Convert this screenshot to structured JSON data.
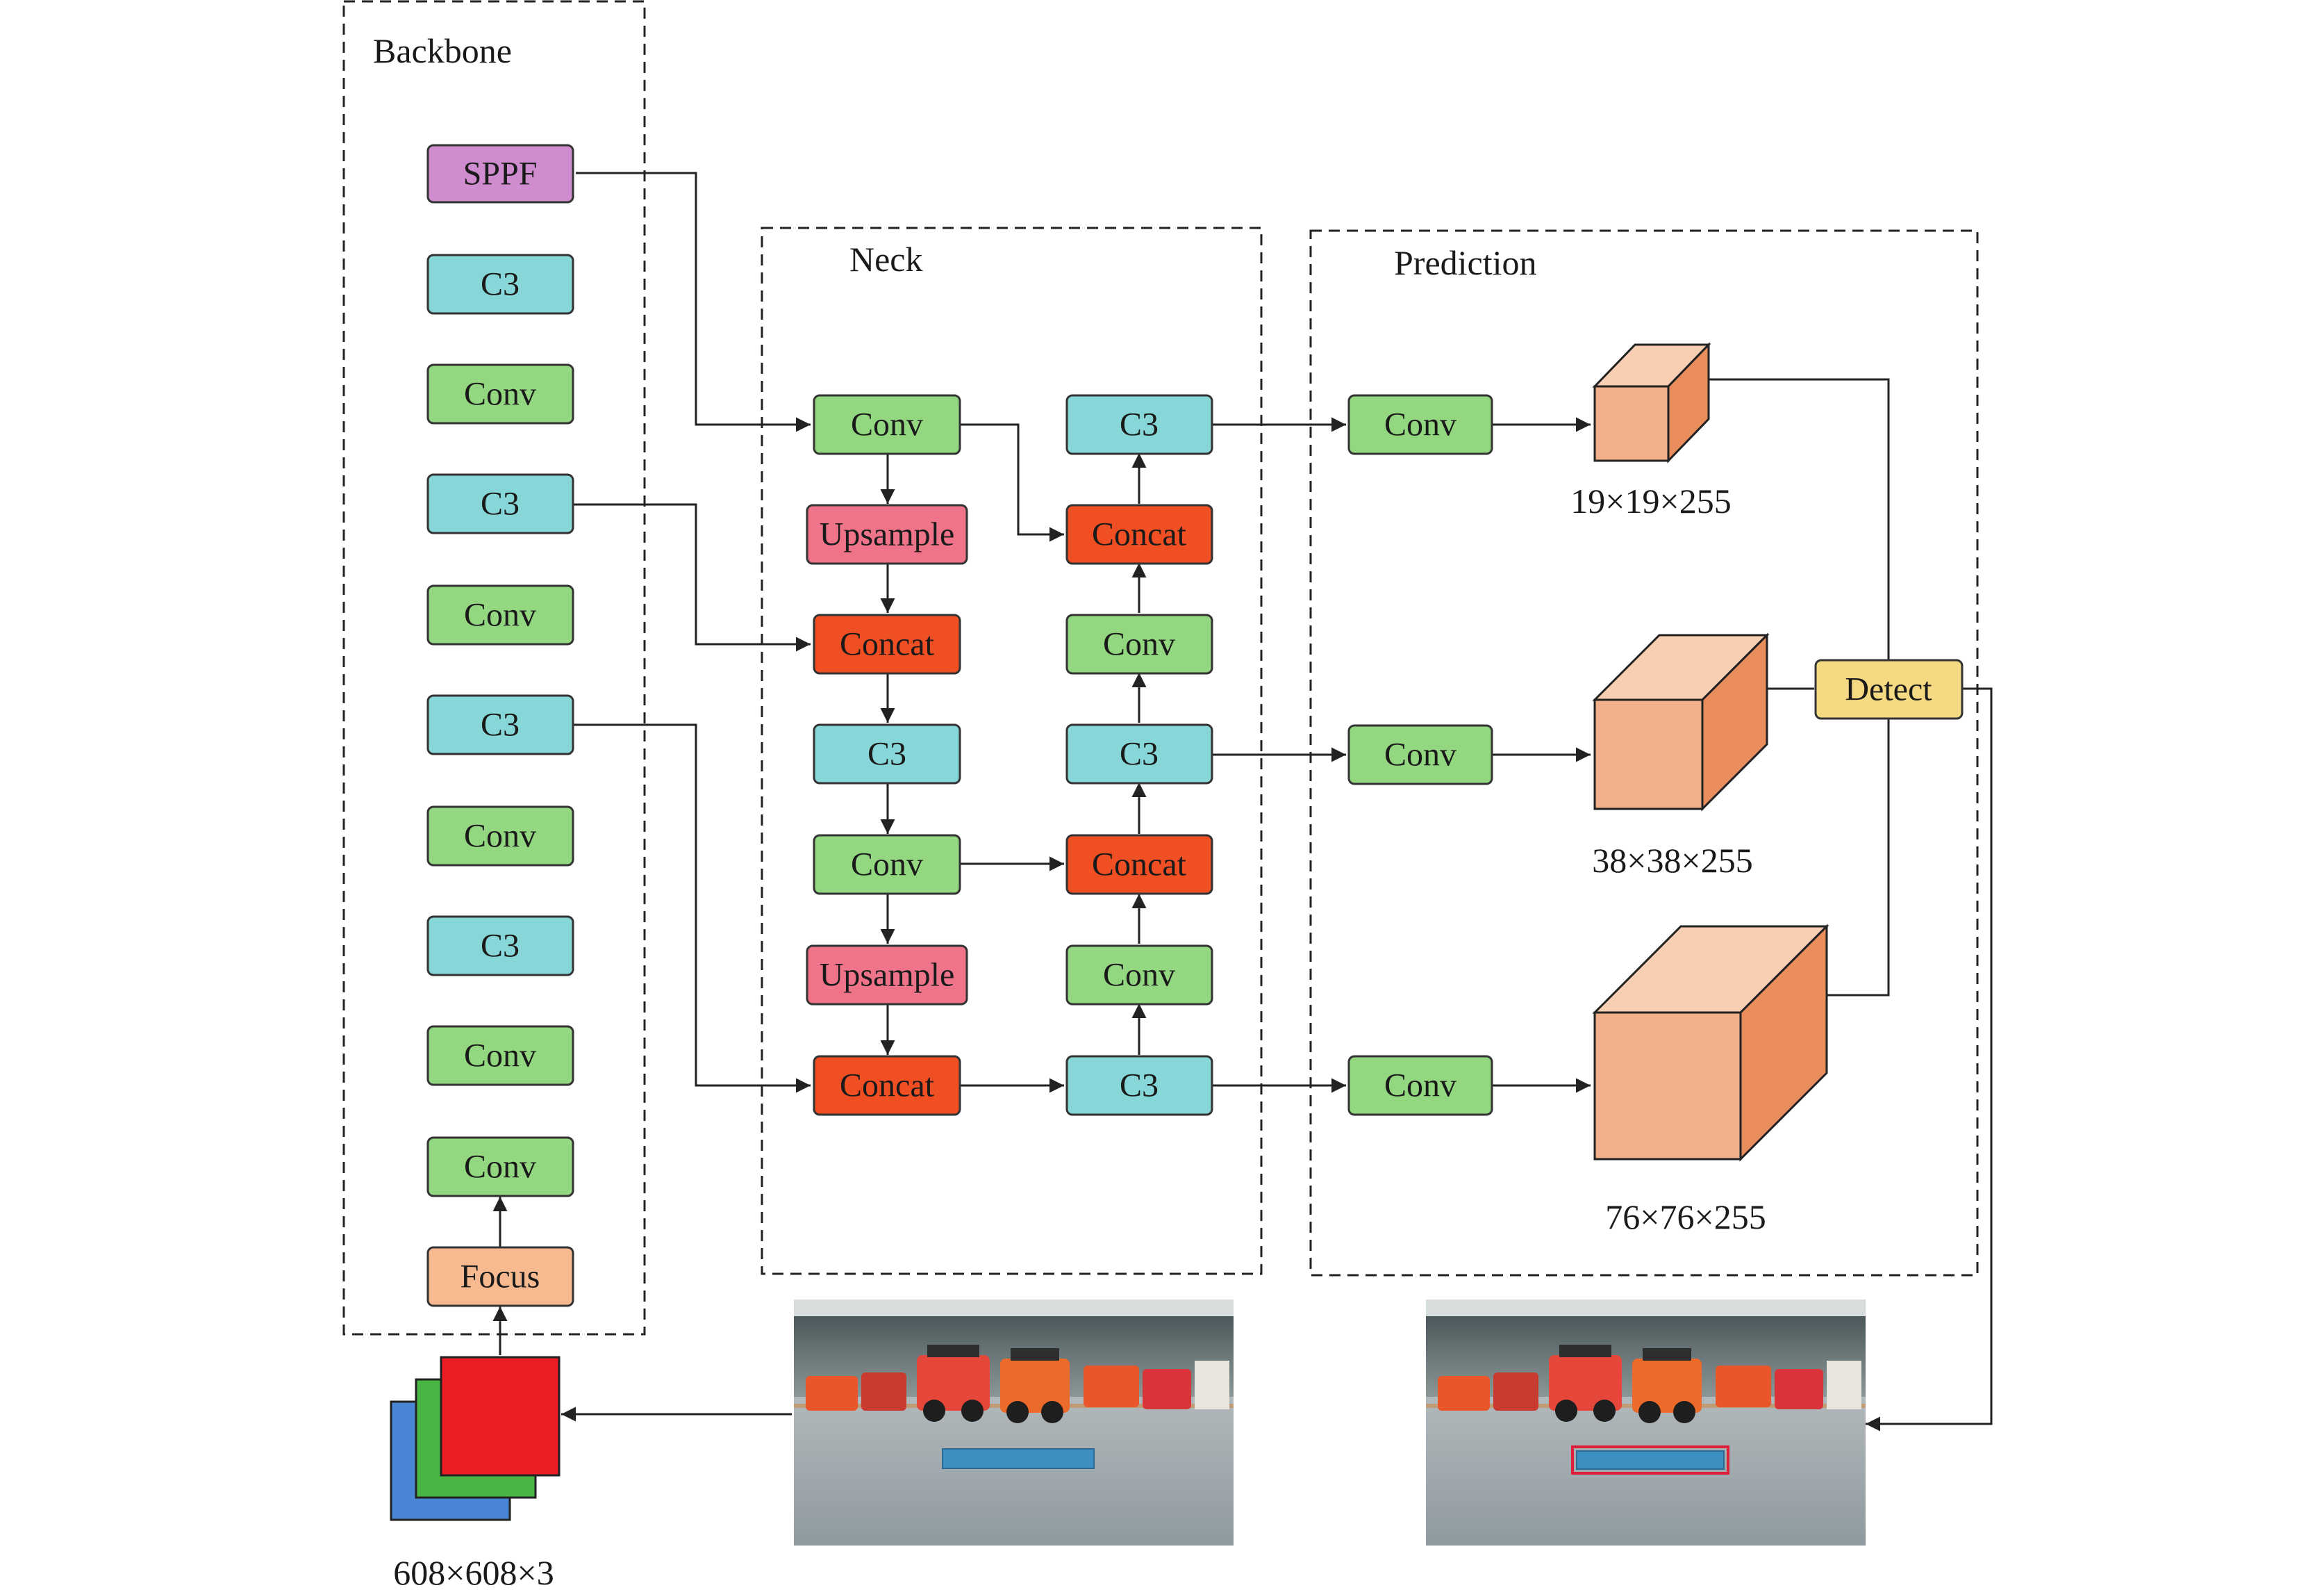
{
  "regions": {
    "backbone": "Backbone",
    "neck": "Neck",
    "prediction": "Prediction"
  },
  "colors": {
    "conv": "#93d881",
    "c3": "#87d7d8",
    "sppf": "#cf8ccf",
    "focus": "#f7b98f",
    "upsample": "#ef7489",
    "concat": "#f04e23",
    "detect": "#f6d983"
  },
  "backbone": {
    "sppf": "SPPF",
    "c3_top": "C3",
    "conv_4": "Conv",
    "c3_p5": "C3",
    "conv_3": "Conv",
    "c3_p4": "C3",
    "conv_2": "Conv",
    "c3_p3": "C3",
    "conv_1": "Conv",
    "conv_0": "Conv",
    "focus": "Focus"
  },
  "neck": {
    "left": {
      "conv_a": "Conv",
      "upsample_a": "Upsample",
      "concat_a": "Concat",
      "c3_a": "C3",
      "conv_b": "Conv",
      "upsample_b": "Upsample",
      "concat_b": "Concat"
    },
    "right": {
      "c3_large": "C3",
      "concat_large": "Concat",
      "conv_large": "Conv",
      "c3_medium": "C3",
      "concat_medium": "Concat",
      "conv_medium": "Conv",
      "c3_small": "C3"
    }
  },
  "prediction": {
    "conv_large": "Conv",
    "conv_medium": "Conv",
    "conv_small": "Conv",
    "detect": "Detect",
    "out_large": "19×19×255",
    "out_medium": "38×38×255",
    "out_small": "76×76×255"
  },
  "input": {
    "dims": "608×608×3"
  }
}
